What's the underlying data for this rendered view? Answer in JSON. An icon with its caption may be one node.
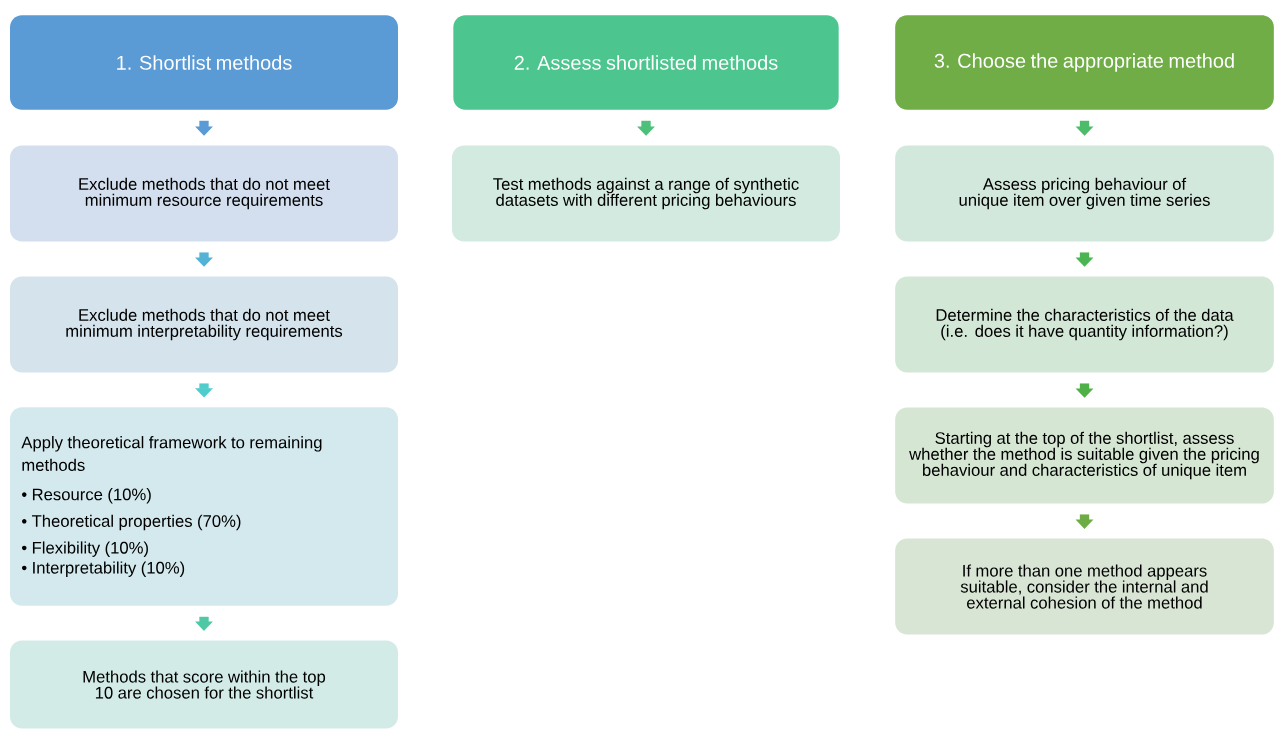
{
  "diagram": {
    "nodes": [
      {
        "text": [
          "1. Shortlist methods"
        ]
      },
      {
        "text": [
          "Exclude methods that do not meet minimum resource requirements"
        ]
      },
      {
        "text": [
          "Exclude methods that do not meet minimum interpretability requirements"
        ]
      },
      {
        "text": [
          "Apply theoretical framework to remaining methods",
          "• Resource (10%)",
          "• Theoretical properties (70%)",
          "• Flexibility (10%)",
          "• Interpretability (10%)"
        ]
      },
      {
        "text": [
          "Methods that score within the top 10 are chosen for the shortlist"
        ]
      },
      {
        "text": [
          "2. Assess shortlisted methods"
        ]
      },
      {
        "text": [
          "Test methods against a range of synthetic datasets with different pricing behaviours"
        ]
      },
      {
        "text": [
          "3. Choose the appropriate method"
        ]
      },
      {
        "text": [
          "Assess pricing behaviour of unique item over given time series"
        ]
      },
      {
        "text": [
          "Determine the characteristics of the data (i.e. does it have quantity information?)"
        ]
      },
      {
        "text": [
          "Starting at the top of the shortlist, assess whether the method is suitable given the pricing behaviour and characteristics of unique item"
        ]
      },
      {
        "text": [
          "If more than one method appears suitable, consider the internal and external cohesion of the method"
        ]
      }
    ],
    "edges": [
      {
        "from": 0,
        "to": 1,
        "arrow": "to",
        "color": "#5b9bd5"
      },
      {
        "from": 1,
        "to": 2,
        "arrow": "to",
        "color": "#53b3d6"
      },
      {
        "from": 2,
        "to": 3,
        "arrow": "to",
        "color": "#4fcccc"
      },
      {
        "from": 3,
        "to": 4,
        "arrow": "to",
        "color": "#4fc9a5"
      },
      {
        "from": 5,
        "to": 6,
        "arrow": "to",
        "color": "#4dc07a"
      },
      {
        "from": 7,
        "to": 8,
        "arrow": "to",
        "color": "#4cbc6a"
      },
      {
        "from": 8,
        "to": 9,
        "arrow": "to",
        "color": "#4cb553"
      },
      {
        "from": 9,
        "to": 10,
        "arrow": "to",
        "color": "#4fb048"
      },
      {
        "from": 10,
        "to": 11,
        "arrow": "to",
        "color": "#6dab45"
      }
    ]
  }
}
